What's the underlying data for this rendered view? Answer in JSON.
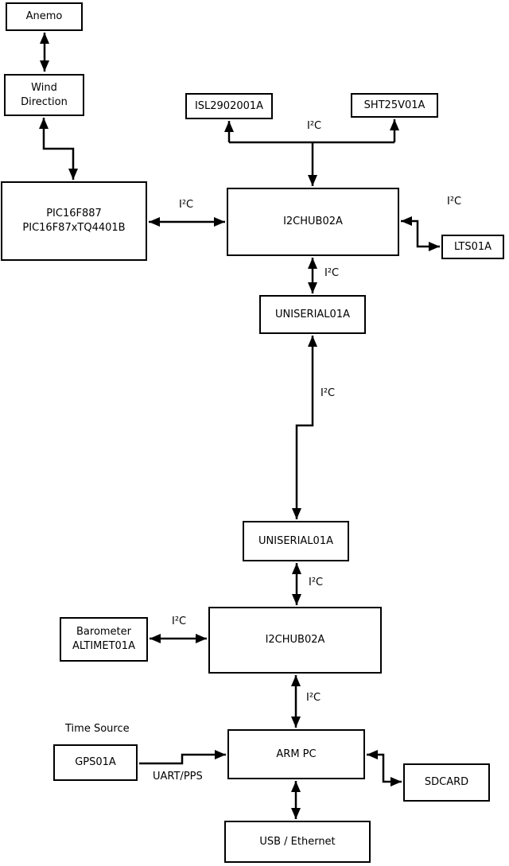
{
  "diagram": {
    "nodes": {
      "anemo": {
        "label": "Anemo"
      },
      "wind_direction": {
        "lines": [
          "Wind",
          "Direction"
        ]
      },
      "pic": {
        "lines": [
          "PIC16F887",
          "PIC16F87xTQ4401B"
        ]
      },
      "isl": {
        "label": "ISL2902001A"
      },
      "sht": {
        "label": "SHT25V01A"
      },
      "hub1": {
        "label": "I2CHUB02A"
      },
      "lts": {
        "label": "LTS01A"
      },
      "uniserial1": {
        "label": "UNISERIAL01A"
      },
      "uniserial2": {
        "label": "UNISERIAL01A"
      },
      "barometer": {
        "lines": [
          "Barometer",
          "ALTIMET01A"
        ]
      },
      "hub2": {
        "label": "I2CHUB02A"
      },
      "gps": {
        "label": "GPS01A"
      },
      "arm_pc": {
        "label": "ARM PC"
      },
      "sdcard": {
        "label": "SDCARD"
      },
      "usb_ethernet": {
        "label": "USB / Ethernet"
      }
    },
    "edge_labels": {
      "i2c": "I²C",
      "uart_pps": "UART/PPS",
      "time_source": "Time Source"
    },
    "colors": {
      "line": "#000000",
      "box_border": "#000000",
      "box_fill": "#ffffff",
      "background": "#ffffff",
      "text": "#000000"
    }
  }
}
